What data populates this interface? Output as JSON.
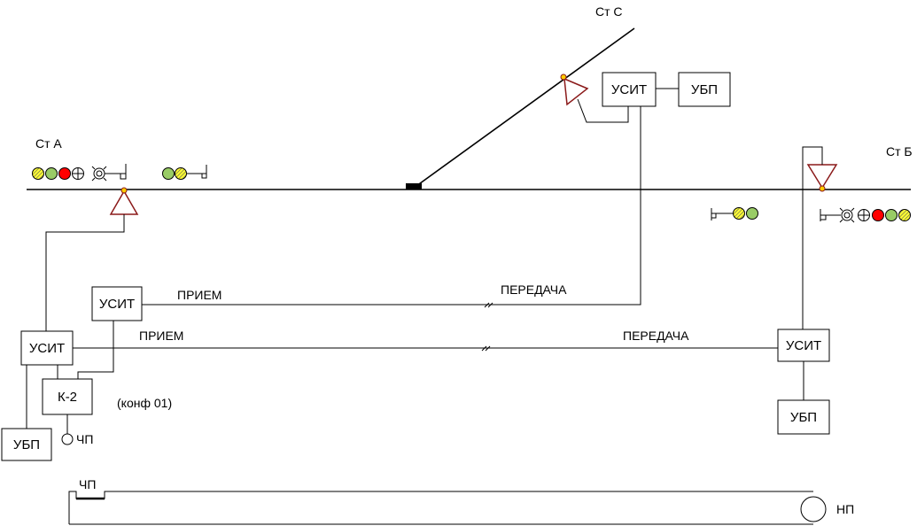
{
  "stations": {
    "a": "Ст А",
    "b": "Ст Б",
    "c": "Ст С"
  },
  "blocks": {
    "usit_c": "УСИТ",
    "ubp_c": "УБП",
    "usit_a2": "УСИТ",
    "usit_a1": "УСИТ",
    "k2": "К-2",
    "ubp_a": "УБП",
    "usit_b": "УСИТ",
    "ubp_b": "УБП"
  },
  "links": {
    "upper_receive": "ПРИЕМ",
    "upper_transmit": "ПЕРЕДАЧА",
    "lower_receive": "ПРИЕМ",
    "lower_transmit": "ПЕРЕДАЧА"
  },
  "config_label": "(конф 01)",
  "chp_label": "ЧП",
  "track_chp_label": "ЧП",
  "np_label": "НП",
  "colors": {
    "yellow": "#ffff33",
    "green": "#99cc66",
    "red": "#ff0000",
    "triangle": "#8b1a1a",
    "dot": "#ffcc00"
  }
}
